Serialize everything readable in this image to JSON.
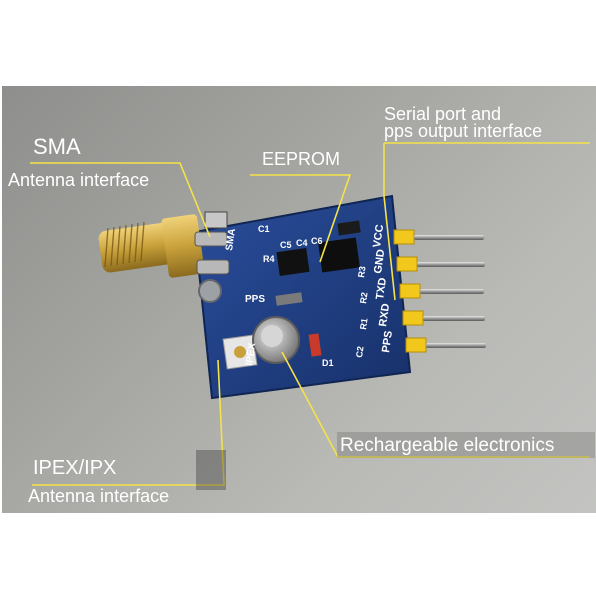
{
  "annotations": {
    "sma_title": "SMA",
    "sma_subtitle": "Antenna interface",
    "eeprom": "EEPROM",
    "serial_line1": "Serial port and",
    "serial_line2": "pps output interface",
    "ipex_title": "IPEX/IPX",
    "ipex_subtitle": "Antenna interface",
    "rechargeable": "Rechargeable electronics"
  },
  "board_silkscreen": {
    "sma": "SMA",
    "ipex": "IPEX",
    "pps": "PPS",
    "pins": [
      "VCC",
      "GND",
      "TXD",
      "RXD",
      "PPS"
    ],
    "refs": [
      "C1",
      "C5",
      "C4",
      "C6",
      "R4",
      "R3",
      "R2",
      "R1",
      "C2",
      "D1"
    ]
  },
  "colors": {
    "pcb": "#1f3f86",
    "pin_header": "#f2c81c",
    "sma_gold": "#c9a13a",
    "leader_line": "#f5e24a",
    "label_text": "#ffffff"
  }
}
